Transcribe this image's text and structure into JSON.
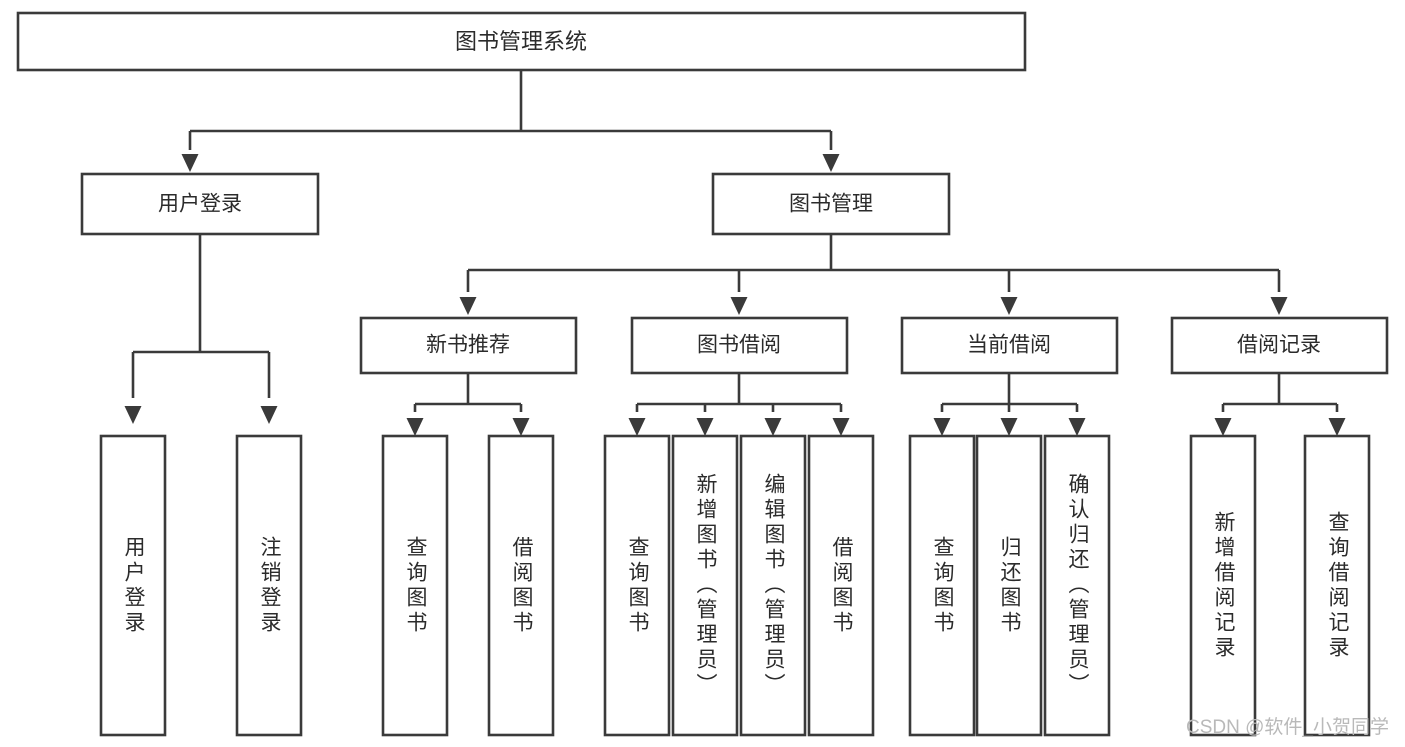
{
  "diagram": {
    "type": "tree-hierarchy-diagram",
    "title": "图书管理系统",
    "watermark": "CSDN @软件_小贺同学",
    "colors": {
      "stroke": "#3a3a3a",
      "fill": "#ffffff",
      "text": "#2b2b2b",
      "watermark": "#b9b9b9",
      "background": "#ffffff"
    },
    "root": {
      "label": "图书管理系统"
    },
    "level2": [
      {
        "label": "用户登录"
      },
      {
        "label": "图书管理"
      }
    ],
    "level3": [
      {
        "label": "新书推荐"
      },
      {
        "label": "图书借阅"
      },
      {
        "label": "当前借阅"
      },
      {
        "label": "借阅记录"
      }
    ],
    "leaves_user_login": [
      {
        "label": "用户登录"
      },
      {
        "label": "注销登录"
      }
    ],
    "leaves_new_book": [
      {
        "label": "查询图书"
      },
      {
        "label": "借阅图书"
      }
    ],
    "leaves_borrow": [
      {
        "label": "查询图书"
      },
      {
        "label": "新增图书（管理员）"
      },
      {
        "label": "编辑图书（管理员）"
      },
      {
        "label": "借阅图书"
      }
    ],
    "leaves_current": [
      {
        "label": "查询图书"
      },
      {
        "label": "归还图书"
      },
      {
        "label": "确认归还（管理员）"
      }
    ],
    "leaves_records": [
      {
        "label": "新增借阅记录"
      },
      {
        "label": "查询借阅记录"
      }
    ]
  }
}
